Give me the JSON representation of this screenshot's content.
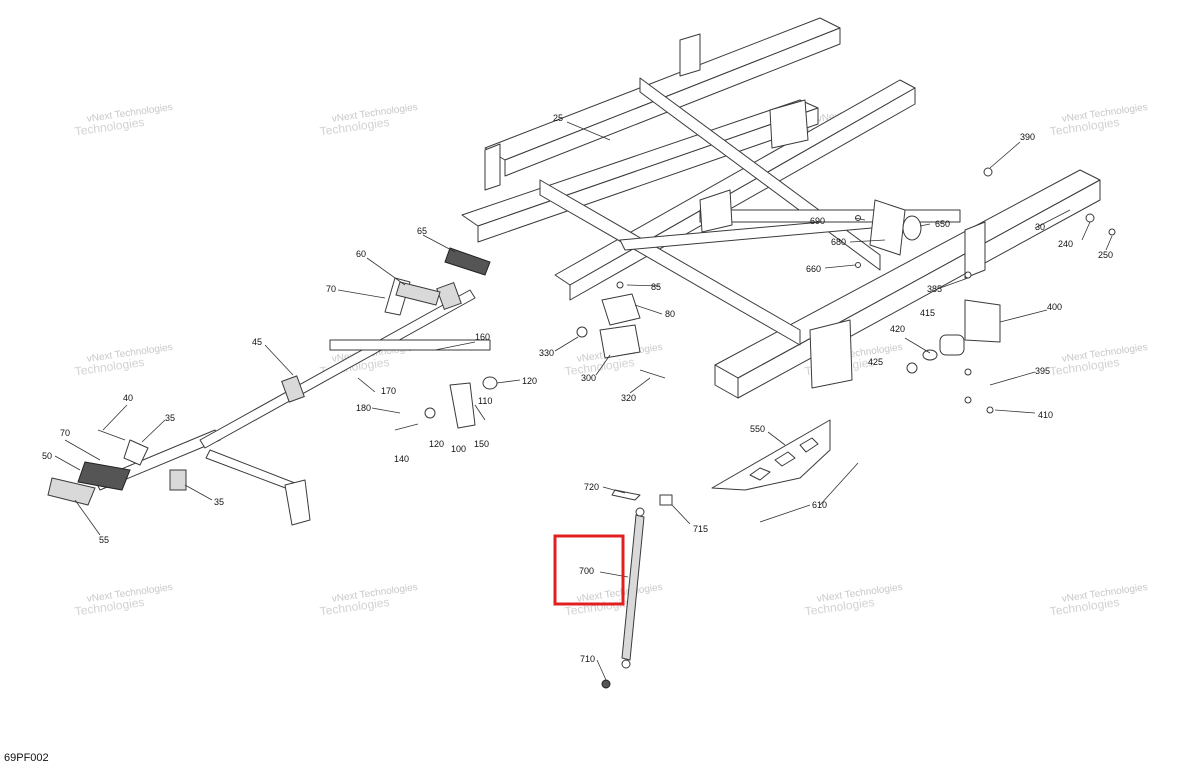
{
  "diagram": {
    "code": "69PF002",
    "watermark_top": "vNext",
    "watermark_bottom": "Technologies",
    "highlighted_part": "700",
    "highlight_color": "#e02020",
    "callouts": [
      "25",
      "30",
      "35",
      "35b",
      "40",
      "45",
      "50",
      "55",
      "60",
      "65",
      "70",
      "70b",
      "80",
      "85",
      "100",
      "110",
      "120",
      "120b",
      "140",
      "150",
      "160",
      "170",
      "180",
      "240",
      "250",
      "300",
      "320",
      "330",
      "385",
      "390",
      "395",
      "400",
      "410",
      "415",
      "420",
      "425",
      "550",
      "610",
      "650",
      "660",
      "680",
      "690",
      "700",
      "710",
      "715",
      "720"
    ],
    "labels": {
      "25": "25",
      "30": "30",
      "35": "35",
      "35b": "35",
      "40": "40",
      "45": "45",
      "50": "50",
      "55": "55",
      "60": "60",
      "65": "65",
      "70": "70",
      "70b": "70",
      "80": "80",
      "85": "85",
      "100": "100",
      "110": "110",
      "120": "120",
      "120b": "120",
      "140": "140",
      "150": "150",
      "160": "160",
      "170": "170",
      "180": "180",
      "240": "240",
      "250": "250",
      "300": "300",
      "320": "320",
      "330": "330",
      "385": "385",
      "390": "390",
      "395": "395",
      "400": "400",
      "410": "410",
      "415": "415",
      "420": "420",
      "425": "425",
      "550": "550",
      "610": "610",
      "650": "650",
      "660": "660",
      "680": "680",
      "690": "690",
      "700": "700",
      "710": "710",
      "715": "715",
      "720": "720"
    }
  }
}
